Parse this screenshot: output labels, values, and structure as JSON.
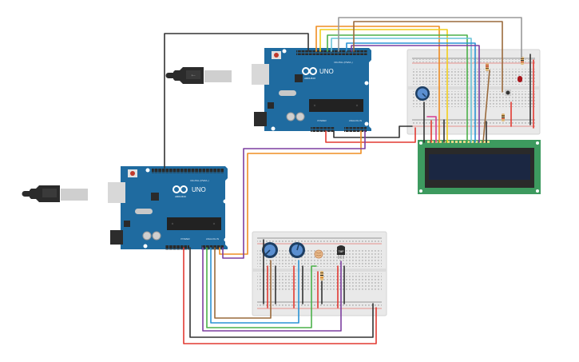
{
  "diagram": {
    "title": "Two Arduino UNO circuit with LCD, potentiometers, photoresistor and temperature sensor",
    "boards": [
      {
        "id": "arduino-top",
        "brand_label": "ARDUINO",
        "model_label": "UNO",
        "digital_header_label": "DIGITAL (PWM~)",
        "analog_header_label": "ANALOG IN",
        "power_header_label": "POWER",
        "ioref_label": "IOREF",
        "on_label": "ON"
      },
      {
        "id": "arduino-bottom",
        "brand_label": "ARDUINO",
        "model_label": "UNO",
        "digital_header_label": "DIGITAL (PWM~)",
        "analog_header_label": "ANALOG IN",
        "power_header_label": "POWER",
        "ioref_label": "IOREF",
        "on_label": "ON"
      }
    ],
    "components": {
      "lcd": {
        "type": "LCD 16x2",
        "pin_count": 16
      },
      "temp_sensor_label": "TMP",
      "breadboard_top": {
        "potentiometers": 1,
        "resistors": 3,
        "leds": 1,
        "pushbuttons": 1
      },
      "breadboard_bottom": {
        "potentiometers": 2,
        "photoresistors": 1,
        "resistors": 1,
        "temperature_sensors": 1
      }
    },
    "usb_cables": 2,
    "colors": {
      "arduino_blue": "#1f6ba0",
      "lcd_green": "#3d9a5f",
      "lcd_screen": "#1b2742",
      "breadboard": "#e8e8e8",
      "wire_red": "#e23a32",
      "wire_black": "#333333",
      "wire_orange": "#ef8d22",
      "wire_yellow": "#f2cf1a",
      "wire_green": "#4cb14a",
      "wire_cyan": "#6cc4d8",
      "wire_blue": "#2a93d5",
      "wire_purple": "#7d3fa0",
      "wire_brown": "#9a6a3c",
      "wire_gray": "#999999",
      "wire_pink": "#d63e8f"
    }
  }
}
